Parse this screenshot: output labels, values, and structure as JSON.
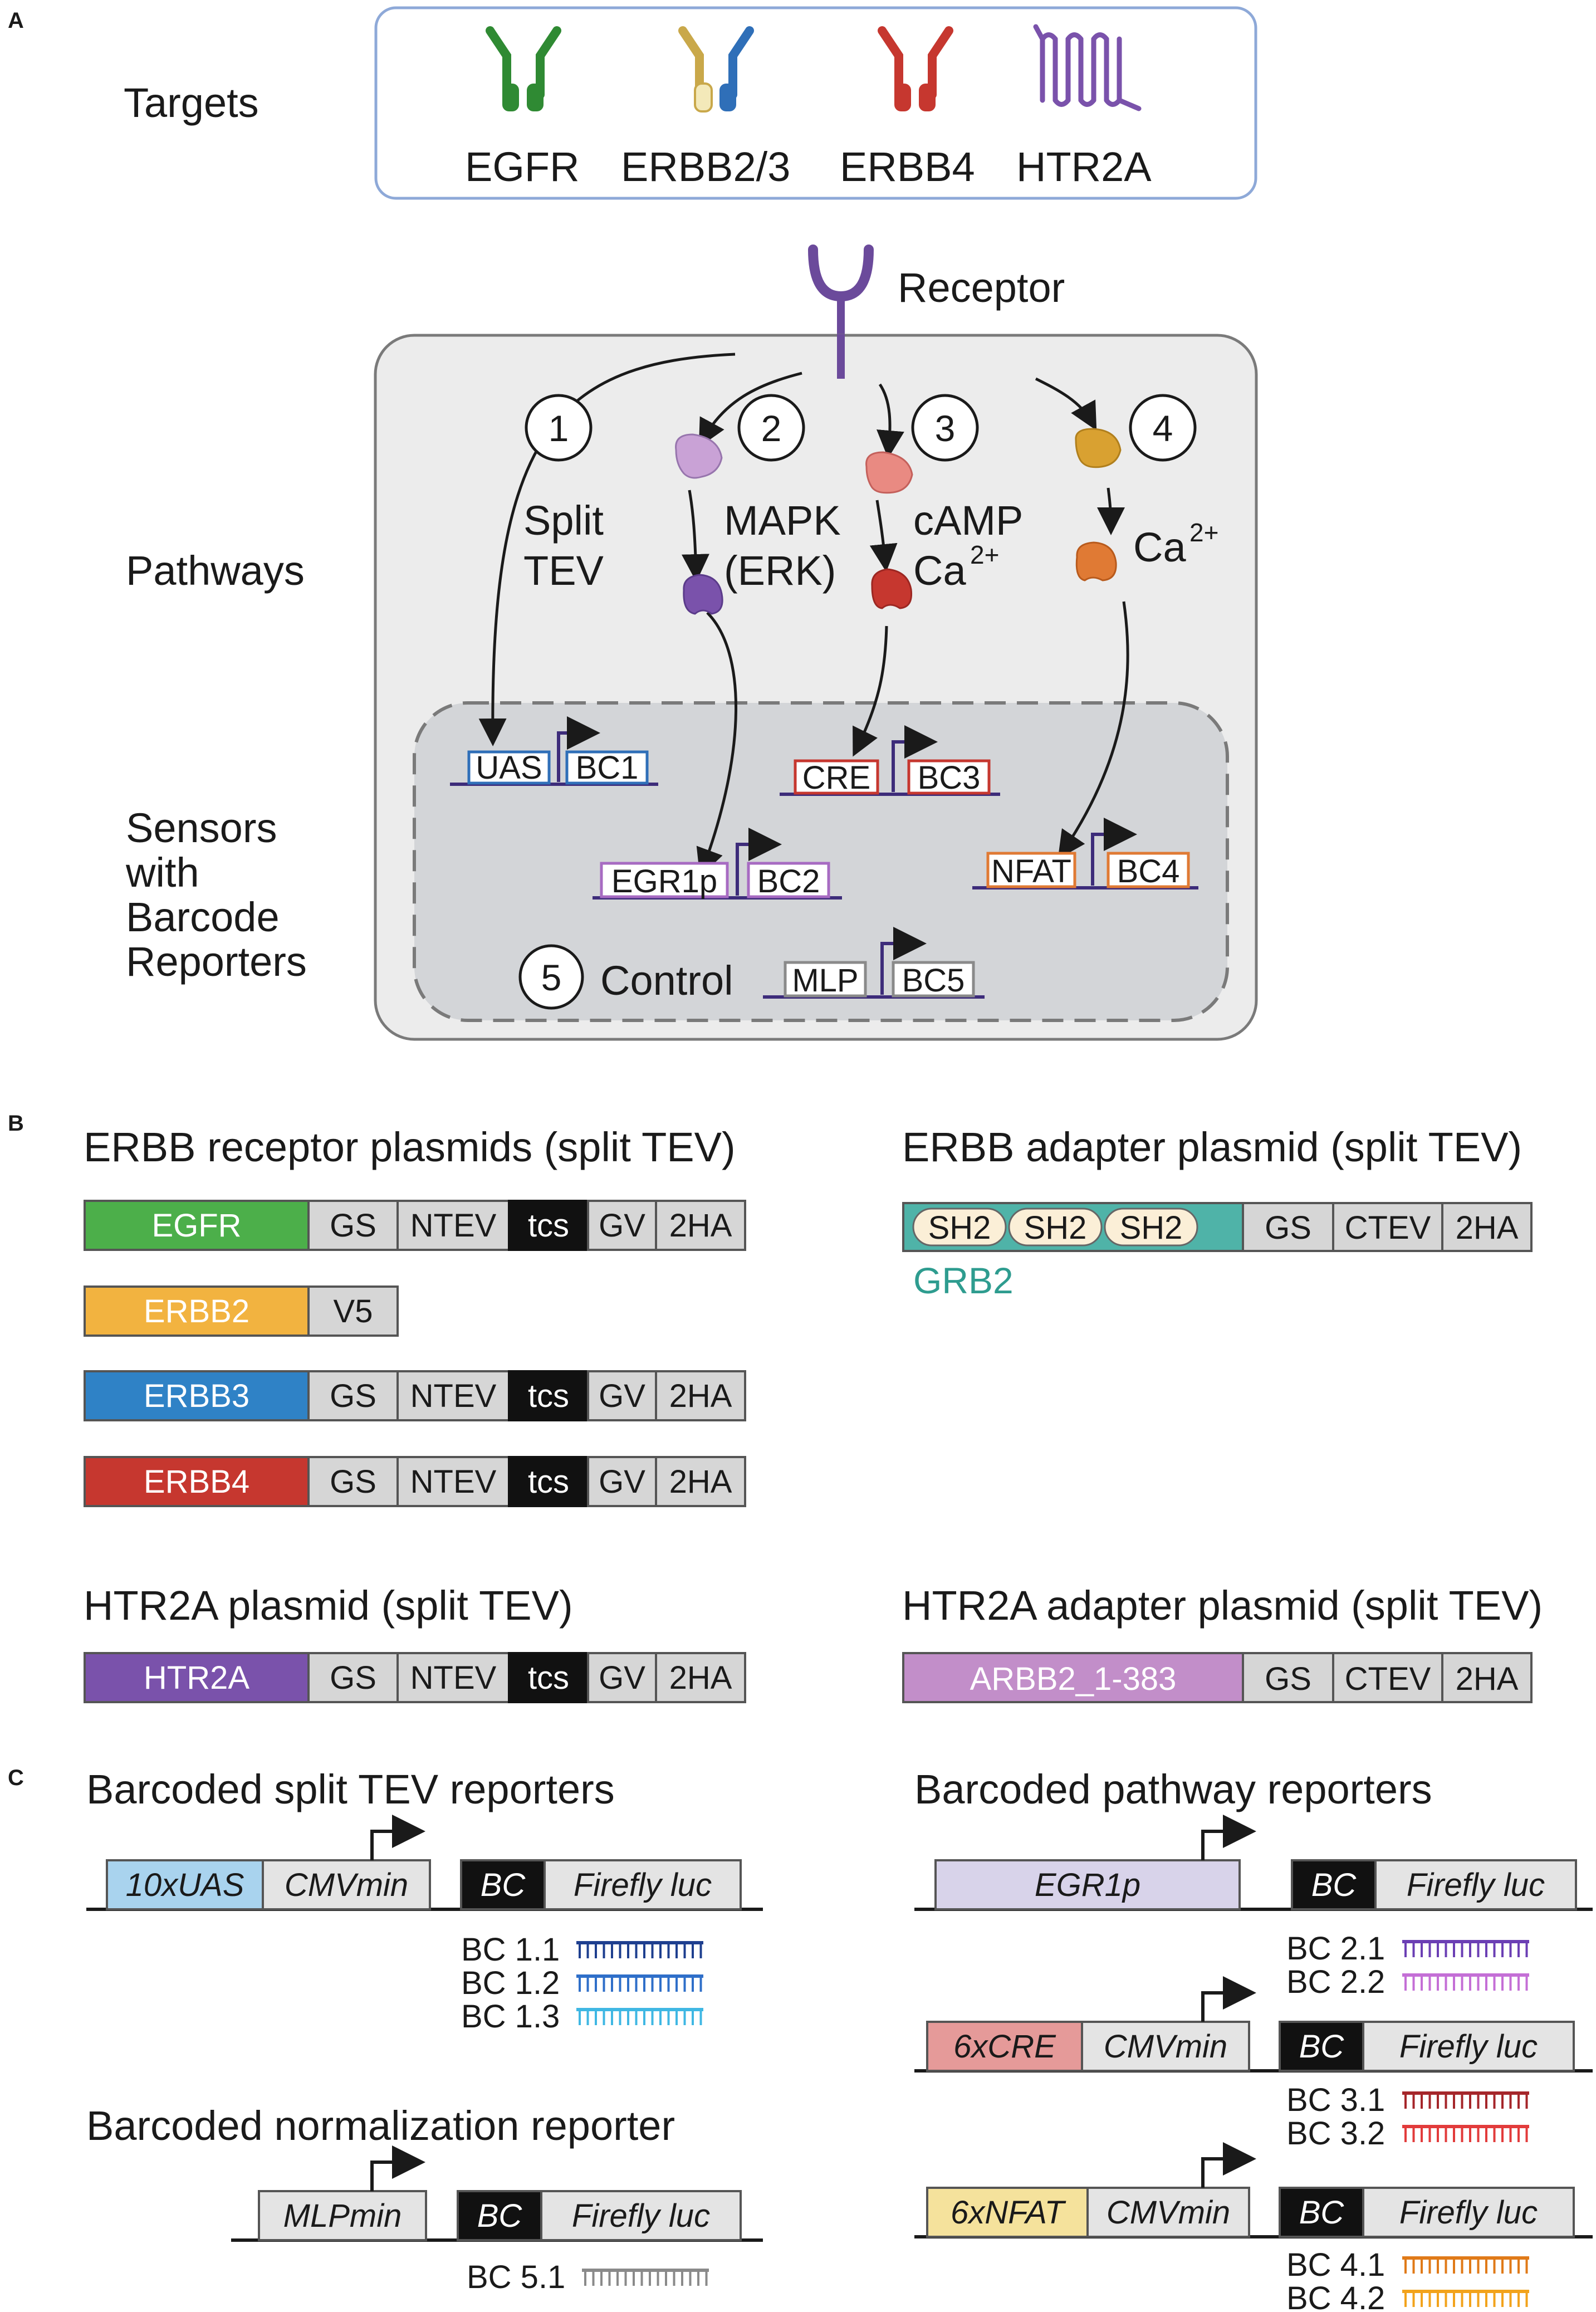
{
  "panels": {
    "a": "A",
    "b": "B",
    "c": "C"
  },
  "panel_a": {
    "targets_label": "Targets",
    "targets": [
      "EGFR",
      "ERBB2/3",
      "ERBB4",
      "HTR2A"
    ],
    "receptor_label": "Receptor",
    "pathways_label": "Pathways",
    "sensors_label": [
      "Sensors",
      "with",
      "Barcode",
      "Reporters"
    ],
    "pathway_numbers": [
      "1",
      "2",
      "3",
      "4",
      "5"
    ],
    "pathway_names": {
      "p1_line1": "Split",
      "p1_line2": "TEV",
      "p2_line1": "MAPK",
      "p2_line2": "(ERK)",
      "p3_line1": "cAMP",
      "p3_line2": "Ca",
      "p3_sup": "2+",
      "p4": "Ca",
      "p4_sup": "2+"
    },
    "control_label": "Control",
    "sensors": [
      {
        "element": "UAS",
        "barcode": "BC1"
      },
      {
        "element": "EGR1p",
        "barcode": "BC2"
      },
      {
        "element": "CRE",
        "barcode": "BC3"
      },
      {
        "element": "NFAT",
        "barcode": "BC4"
      },
      {
        "element": "MLP",
        "barcode": "BC5"
      }
    ]
  },
  "panel_b": {
    "erbb_receptor_title": "ERBB receptor plasmids (split TEV)",
    "erbb_adapter_title": "ERBB adapter plasmid (split TEV)",
    "htr2a_title": "HTR2A plasmid (split TEV)",
    "htr2a_adapter_title": "HTR2A adapter plasmid (split TEV)",
    "segments": {
      "gs": "GS",
      "ntev": "NTEV",
      "tcs": "tcs",
      "gv": "GV",
      "ha": "2HA",
      "v5": "V5",
      "ctev": "CTEV"
    },
    "receptors": [
      "EGFR",
      "ERBB2",
      "ERBB3",
      "ERBB4"
    ],
    "htr2a": "HTR2A",
    "grb2_domains": [
      "SH2",
      "SH2",
      "SH2"
    ],
    "grb2_label": "GRB2",
    "arbb2": "ARBB2_1-383"
  },
  "panel_c": {
    "split_tev_title": "Barcoded split TEV reporters",
    "pathway_title": "Barcoded pathway reporters",
    "normalization_title": "Barcoded normalization reporter",
    "bc": "BC",
    "luc": "Firefly luc",
    "cmvmin": "CMVmin",
    "uas": "10xUAS",
    "mlpmin": "MLPmin",
    "egr1p": "EGR1p",
    "cre": "6xCRE",
    "nfat": "6xNFAT",
    "barcodes": {
      "tev": [
        "BC 1.1",
        "BC 1.2",
        "BC 1.3"
      ],
      "egr": [
        "BC 2.1",
        "BC 2.2"
      ],
      "cre": [
        "BC 3.1",
        "BC 3.2"
      ],
      "nfat": [
        "BC 4.1",
        "BC 4.2"
      ],
      "norm": [
        "BC 5.1"
      ]
    }
  },
  "colors": {
    "egfr": "#4caf4a",
    "erbb2": "#f2b340",
    "erbb3": "#2f82c6",
    "erbb4": "#c6372f",
    "htr2a": "#7a52ab",
    "arbb2": "#c28ec9",
    "grb2": "#4fb3a8",
    "grey_box": "#d6d6d6",
    "uas": "#a9d3ee",
    "egr1p": "#d8d3ea",
    "cre": "#e59a99",
    "nfat": "#f5e29c"
  }
}
